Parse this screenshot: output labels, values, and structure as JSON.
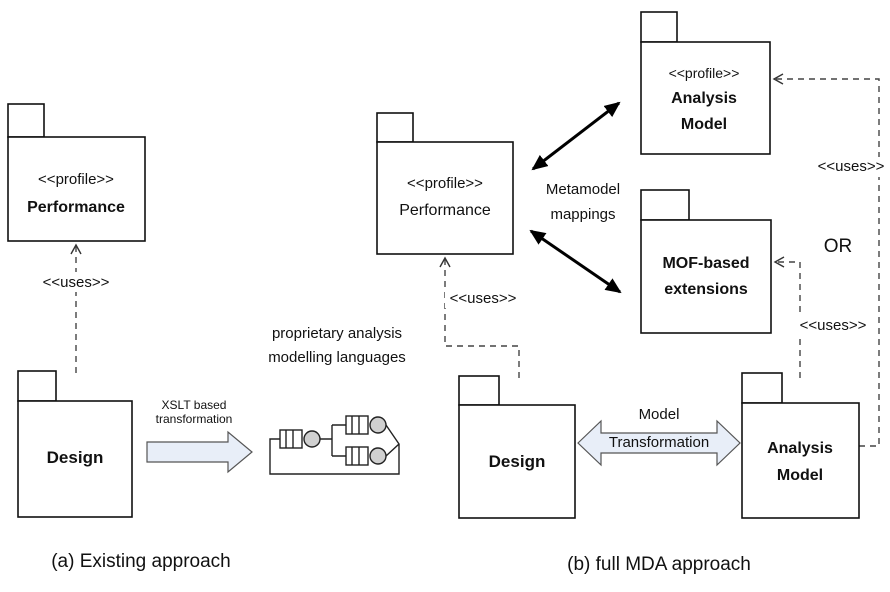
{
  "part_a": {
    "performance_package": {
      "stereotype": "<<profile>>",
      "name": "Performance"
    },
    "uses_label": "<<uses>>",
    "design_package": {
      "name": "Design"
    },
    "transformation_label_line1": "XSLT based",
    "transformation_label_line2": "transformation",
    "languages_label_line1": "proprietary analysis",
    "languages_label_line2": "modelling languages",
    "caption": "(a) Existing approach"
  },
  "part_b": {
    "performance_package": {
      "stereotype": "<<profile>>",
      "name": "Performance"
    },
    "analysis_profile_package": {
      "stereotype": "<<profile>>",
      "name_line1": "Analysis",
      "name_line2": "Model"
    },
    "mof_package": {
      "name_line1": "MOF-based",
      "name_line2": "extensions"
    },
    "mappings_label_line1": "Metamodel",
    "mappings_label_line2": "mappings",
    "or_label": "OR",
    "uses_label_left": "<<uses>>",
    "uses_label_right_top": "<<uses>>",
    "uses_label_right_mid": "<<uses>>",
    "design_package": {
      "name": "Design"
    },
    "transformation_label_line1": "Model",
    "transformation_label_line2": "Transformation",
    "analysis_model_package": {
      "name_line1": "Analysis",
      "name_line2": "Model"
    },
    "caption": "(b) full MDA approach"
  },
  "colors": {
    "line": "#111111",
    "arrow_fill": "#e8eef8",
    "queue_fill": "#d0d0d0"
  }
}
